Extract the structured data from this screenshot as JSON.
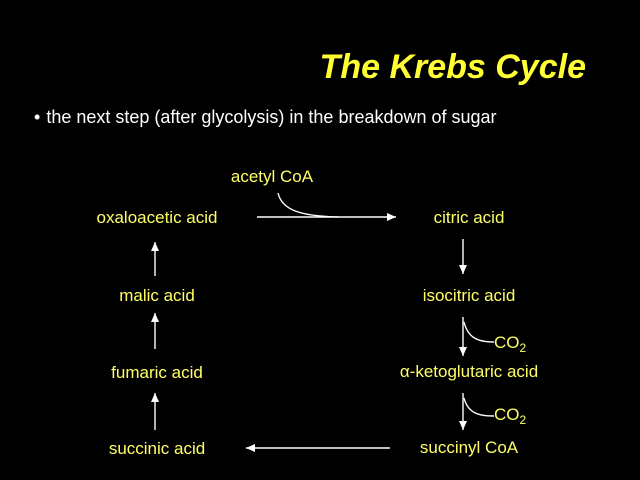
{
  "title": "The Krebs Cycle",
  "bullet": {
    "marker": "•",
    "text": "the next step (after glycolysis) in the breakdown of sugar"
  },
  "cycle": {
    "input": "acetyl CoA",
    "compounds": {
      "oxaloacetic": "oxaloacetic acid",
      "citric": "citric acid",
      "isocitric": "isocitric acid",
      "ketoglutaric": "α-ketoglutaric acid",
      "succinyl": "succinyl CoA",
      "succinic": "succinic acid",
      "fumaric": "fumaric acid",
      "malic": "malic acid"
    },
    "byproducts": [
      {
        "base": "CO",
        "sub": "2"
      },
      {
        "base": "CO",
        "sub": "2"
      }
    ]
  },
  "colors": {
    "background": "#000000",
    "title": "#ffff33",
    "labels": "#ffff66",
    "text": "#ffffff",
    "arrows": "#ffffff"
  }
}
